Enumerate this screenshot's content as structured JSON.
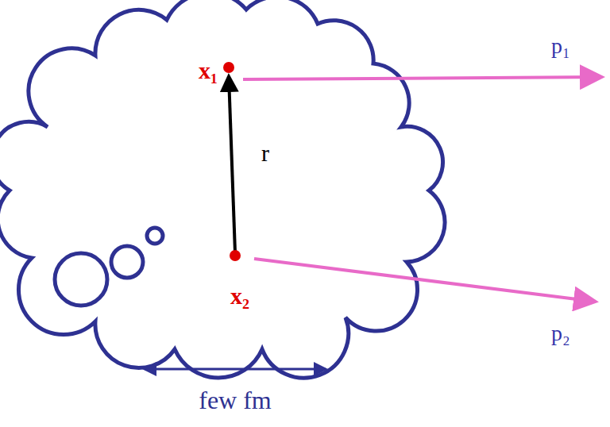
{
  "diagram": {
    "labels": [
      "x₁",
      "r",
      "x₂",
      "p₁",
      "p₂",
      "few fm"
    ]
  }
}
